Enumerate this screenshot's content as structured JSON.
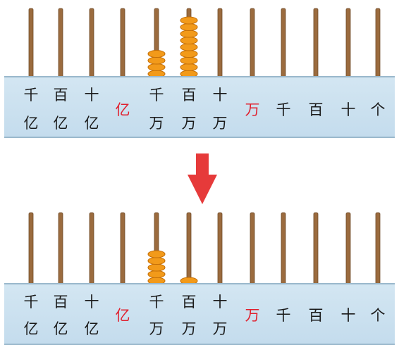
{
  "place_values": [
    {
      "top": "千",
      "bottom": "亿"
    },
    {
      "top": "百",
      "bottom": "亿"
    },
    {
      "top": "十",
      "bottom": "亿"
    },
    {
      "top": "",
      "bottom": "",
      "single": "亿",
      "highlight": true
    },
    {
      "top": "千",
      "bottom": "万"
    },
    {
      "top": "百",
      "bottom": "万"
    },
    {
      "top": "十",
      "bottom": "万"
    },
    {
      "top": "",
      "bottom": "",
      "single": "万",
      "highlight": true
    },
    {
      "top": "",
      "bottom": "",
      "single": "千"
    },
    {
      "top": "",
      "bottom": "",
      "single": "百"
    },
    {
      "top": "",
      "bottom": "",
      "single": "十"
    },
    {
      "top": "",
      "bottom": "",
      "single": "个"
    }
  ],
  "abacus_top": {
    "beads": [
      0,
      0,
      0,
      0,
      4,
      9,
      0,
      0,
      0,
      0,
      0,
      0
    ]
  },
  "abacus_bottom": {
    "beads": [
      0,
      0,
      0,
      0,
      5,
      1,
      0,
      0,
      0,
      0,
      0,
      0
    ]
  },
  "colors": {
    "rod": "#9b6b3e",
    "bead": "#f29a1a",
    "bead_edge": "#c26d07",
    "board": "#c9dfef",
    "label": "#1a1a1a",
    "label_highlight": "#e0202e",
    "arrow": "#e63a3a"
  },
  "icons": {
    "arrow": "arrow-down-icon"
  }
}
